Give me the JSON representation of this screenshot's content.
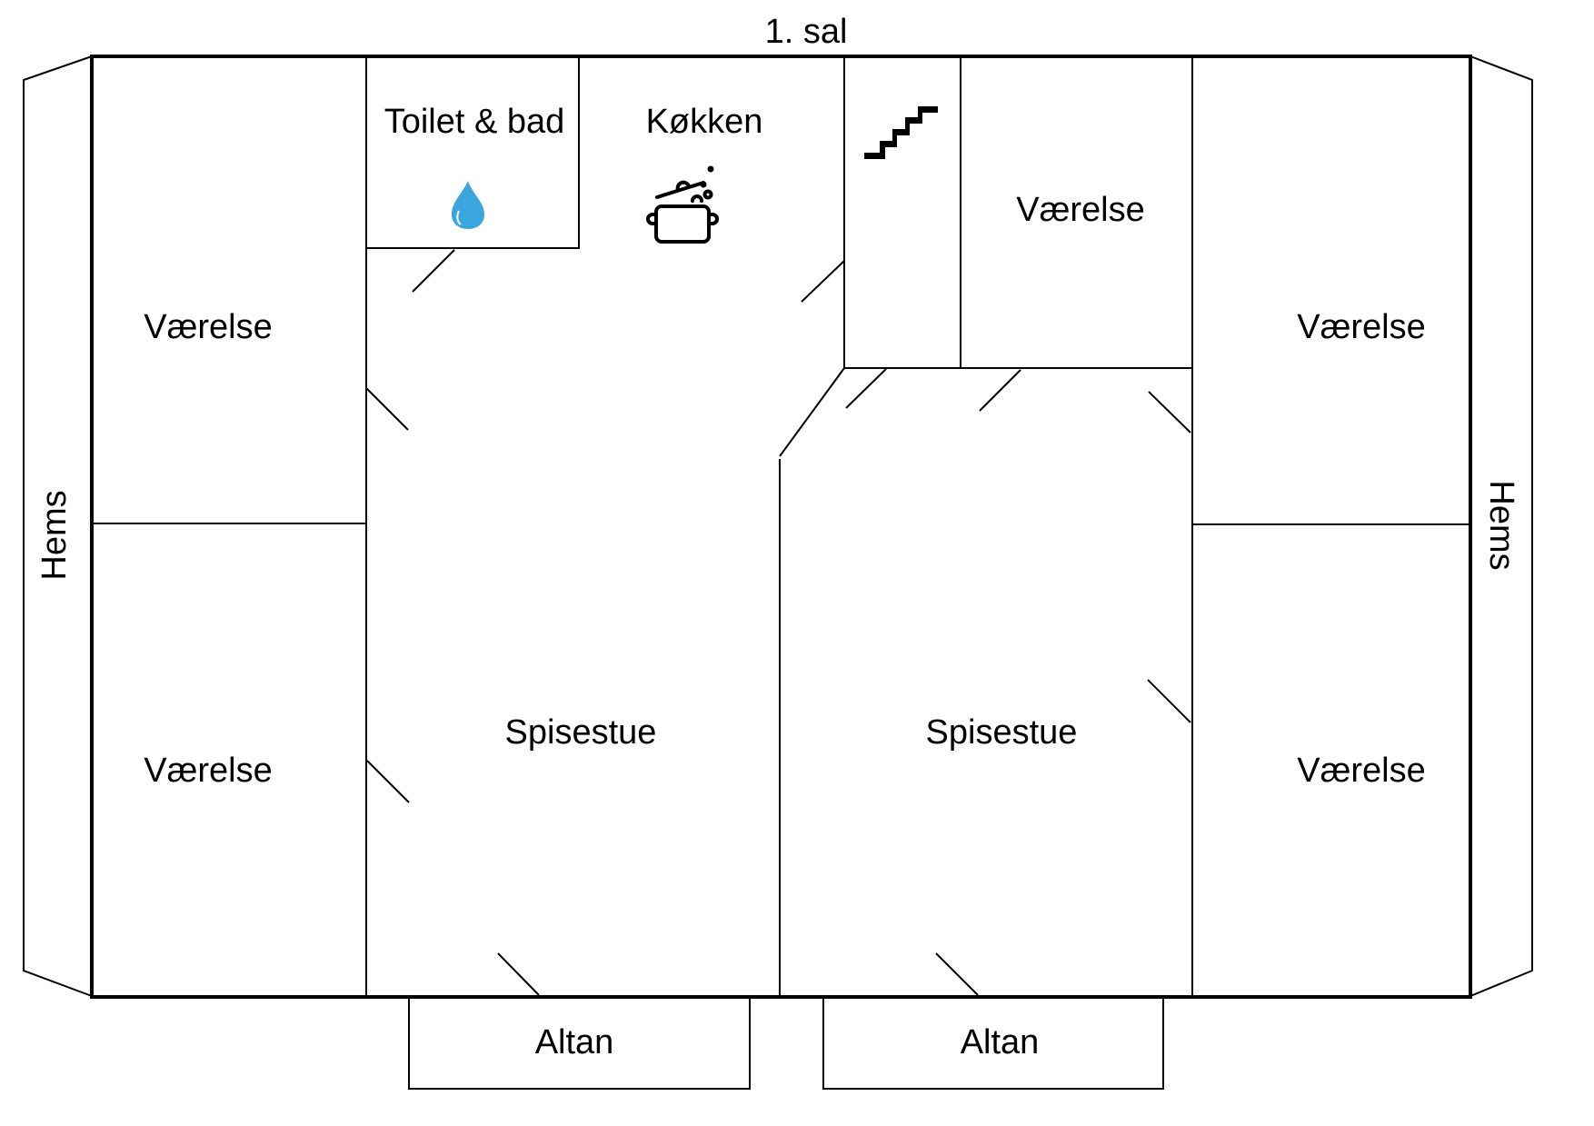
{
  "title": "1. sal",
  "rooms": {
    "toilet": "Toilet & bad",
    "kitchen": "Køkken",
    "room_top_left": "Værelse",
    "room_bottom_left": "Værelse",
    "room_top_middle": "Værelse",
    "room_top_right": "Værelse",
    "room_bottom_right": "Værelse",
    "dining_left": "Spisestue",
    "dining_right": "Spisestue",
    "balcony_left": "Altan",
    "balcony_right": "Altan",
    "loft_left": "Hems",
    "loft_right": "Hems"
  },
  "icons": {
    "toilet": "water-drop-icon",
    "kitchen": "cooking-pot-icon",
    "stairs": "stairs-icon"
  },
  "colors": {
    "water_drop": "#3aa6dd",
    "lines": "#000000",
    "background": "#ffffff"
  }
}
